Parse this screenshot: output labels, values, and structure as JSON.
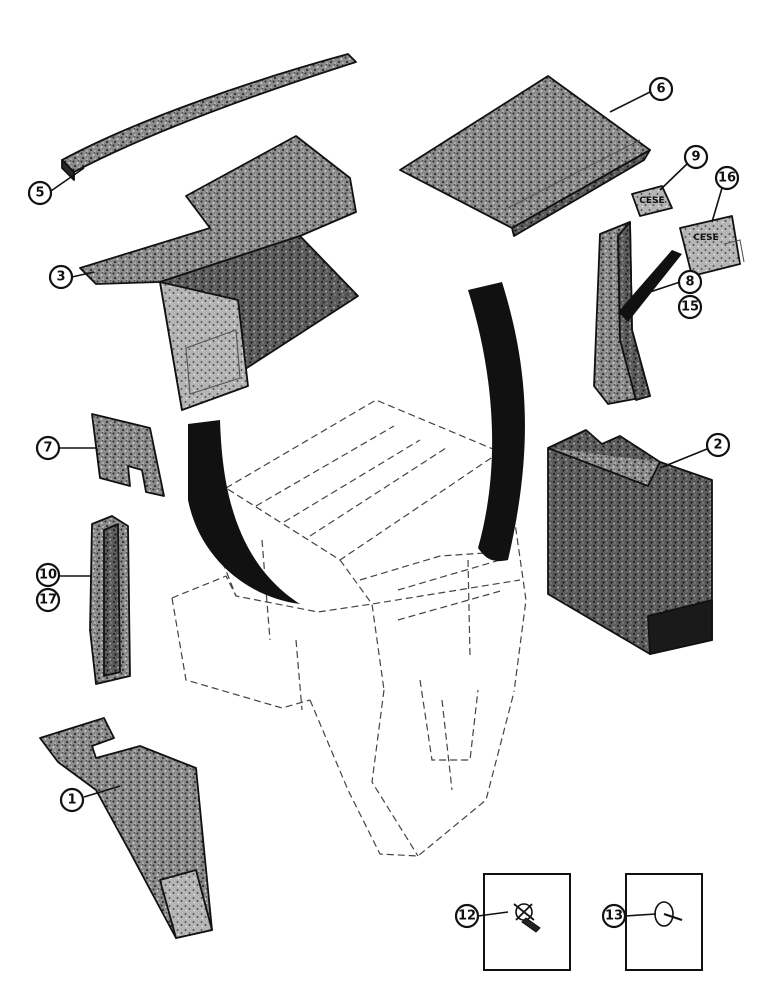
{
  "callouts": {
    "c1": "1",
    "c2": "2",
    "c3": "3",
    "c5": "5",
    "c6": "6",
    "c7": "7",
    "c8": "8",
    "c9": "9",
    "c10": "10",
    "c12": "12",
    "c13": "13",
    "c15": "15",
    "c16": "16",
    "c17": "17"
  },
  "clip_labels": {
    "clip9": "CESE",
    "clip16": "CESE"
  }
}
